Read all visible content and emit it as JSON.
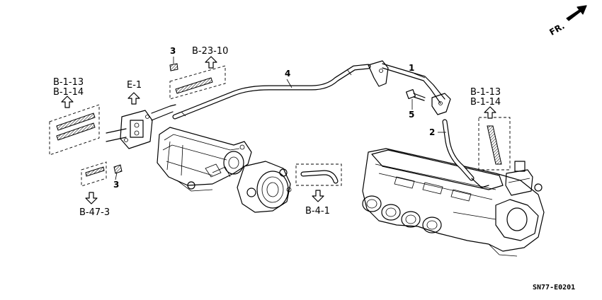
{
  "diagram": {
    "part_numbers": [
      "1",
      "2",
      "3",
      "3",
      "4",
      "5"
    ],
    "references": {
      "e1": "E-1",
      "b23_10": "B-23-10",
      "b1_13_left": "B-1-13",
      "b1_14_left": "B-1-14",
      "b1_13_right": "B-1-13",
      "b1_14_right": "B-1-14",
      "b47_3": "B-47-3",
      "b4_1": "B-4-1"
    },
    "direction_label": "FR.",
    "diagram_code": "SN77-E0201"
  }
}
